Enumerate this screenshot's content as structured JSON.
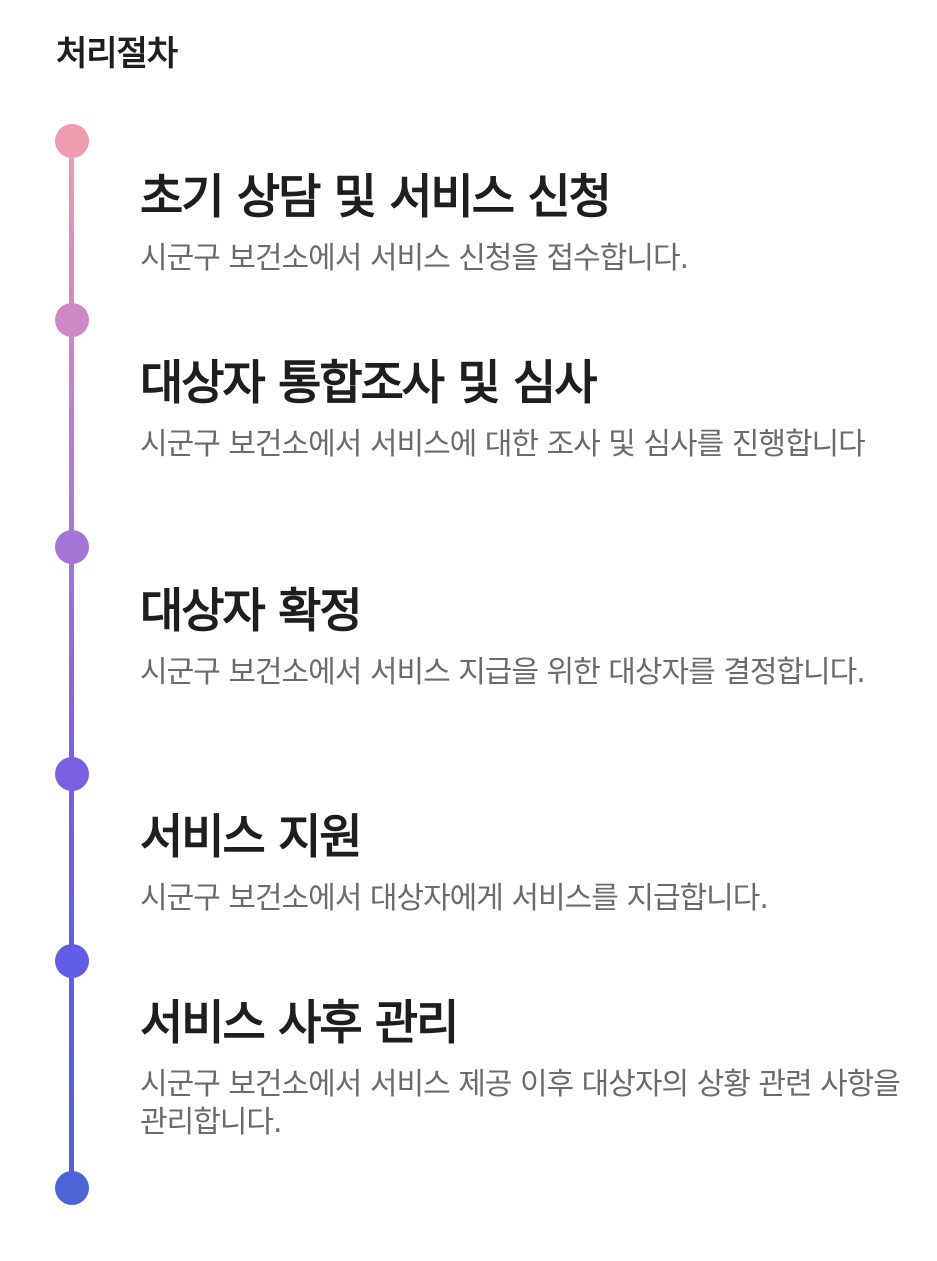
{
  "page_title": "처리절차",
  "steps": [
    {
      "title": "초기 상담 및 서비스 신청",
      "description": "시군구 보건소에서 서비스 신청을 접수합니다."
    },
    {
      "title": "대상자 통합조사 및 심사",
      "description": "시군구 보건소에서 서비스에 대한 조사 및 심사를 진행합니다"
    },
    {
      "title": "대상자 확정",
      "description": "시군구 보건소에서 서비스 지급을 위한 대상자를 결정합니다."
    },
    {
      "title": "서비스 지원",
      "description": "시군구 보건소에서 대상자에게 서비스를 지급합니다."
    },
    {
      "title": "서비스 사후 관리",
      "description": "시군구 보건소에서 서비스 제공 이후 대상자의 상황 관련 사항을 관리합니다."
    }
  ],
  "dot_colors": [
    "#ef9bb0",
    "#cd88c6",
    "#a375d7",
    "#7a5fe3",
    "#625de6",
    "#4c64d6"
  ]
}
